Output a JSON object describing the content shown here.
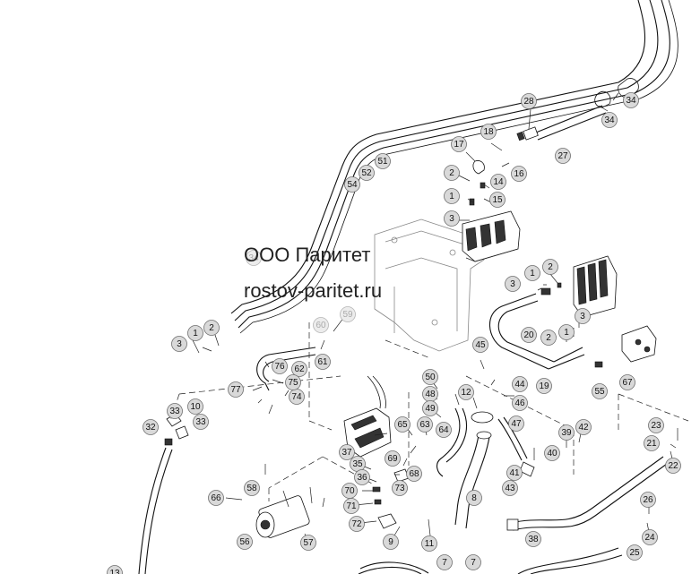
{
  "watermark": {
    "line1": "ООО Паритет",
    "line2": "rostov-paritet.ru"
  },
  "callouts": [
    "1",
    "2",
    "3",
    "7",
    "8",
    "9",
    "10",
    "11",
    "12",
    "13",
    "14",
    "15",
    "16",
    "17",
    "18",
    "19",
    "20",
    "21",
    "22",
    "23",
    "24",
    "25",
    "26",
    "27",
    "28",
    "32",
    "33",
    "34",
    "35",
    "36",
    "37",
    "38",
    "39",
    "40",
    "41",
    "42",
    "43",
    "44",
    "45",
    "46",
    "47",
    "48",
    "49",
    "50",
    "51",
    "52",
    "54",
    "55",
    "56",
    "57",
    "58",
    "59",
    "60",
    "61",
    "62",
    "63",
    "64",
    "65",
    "66",
    "67",
    "68",
    "69",
    "70",
    "71",
    "72",
    "73",
    "74",
    "75",
    "76",
    "77"
  ]
}
